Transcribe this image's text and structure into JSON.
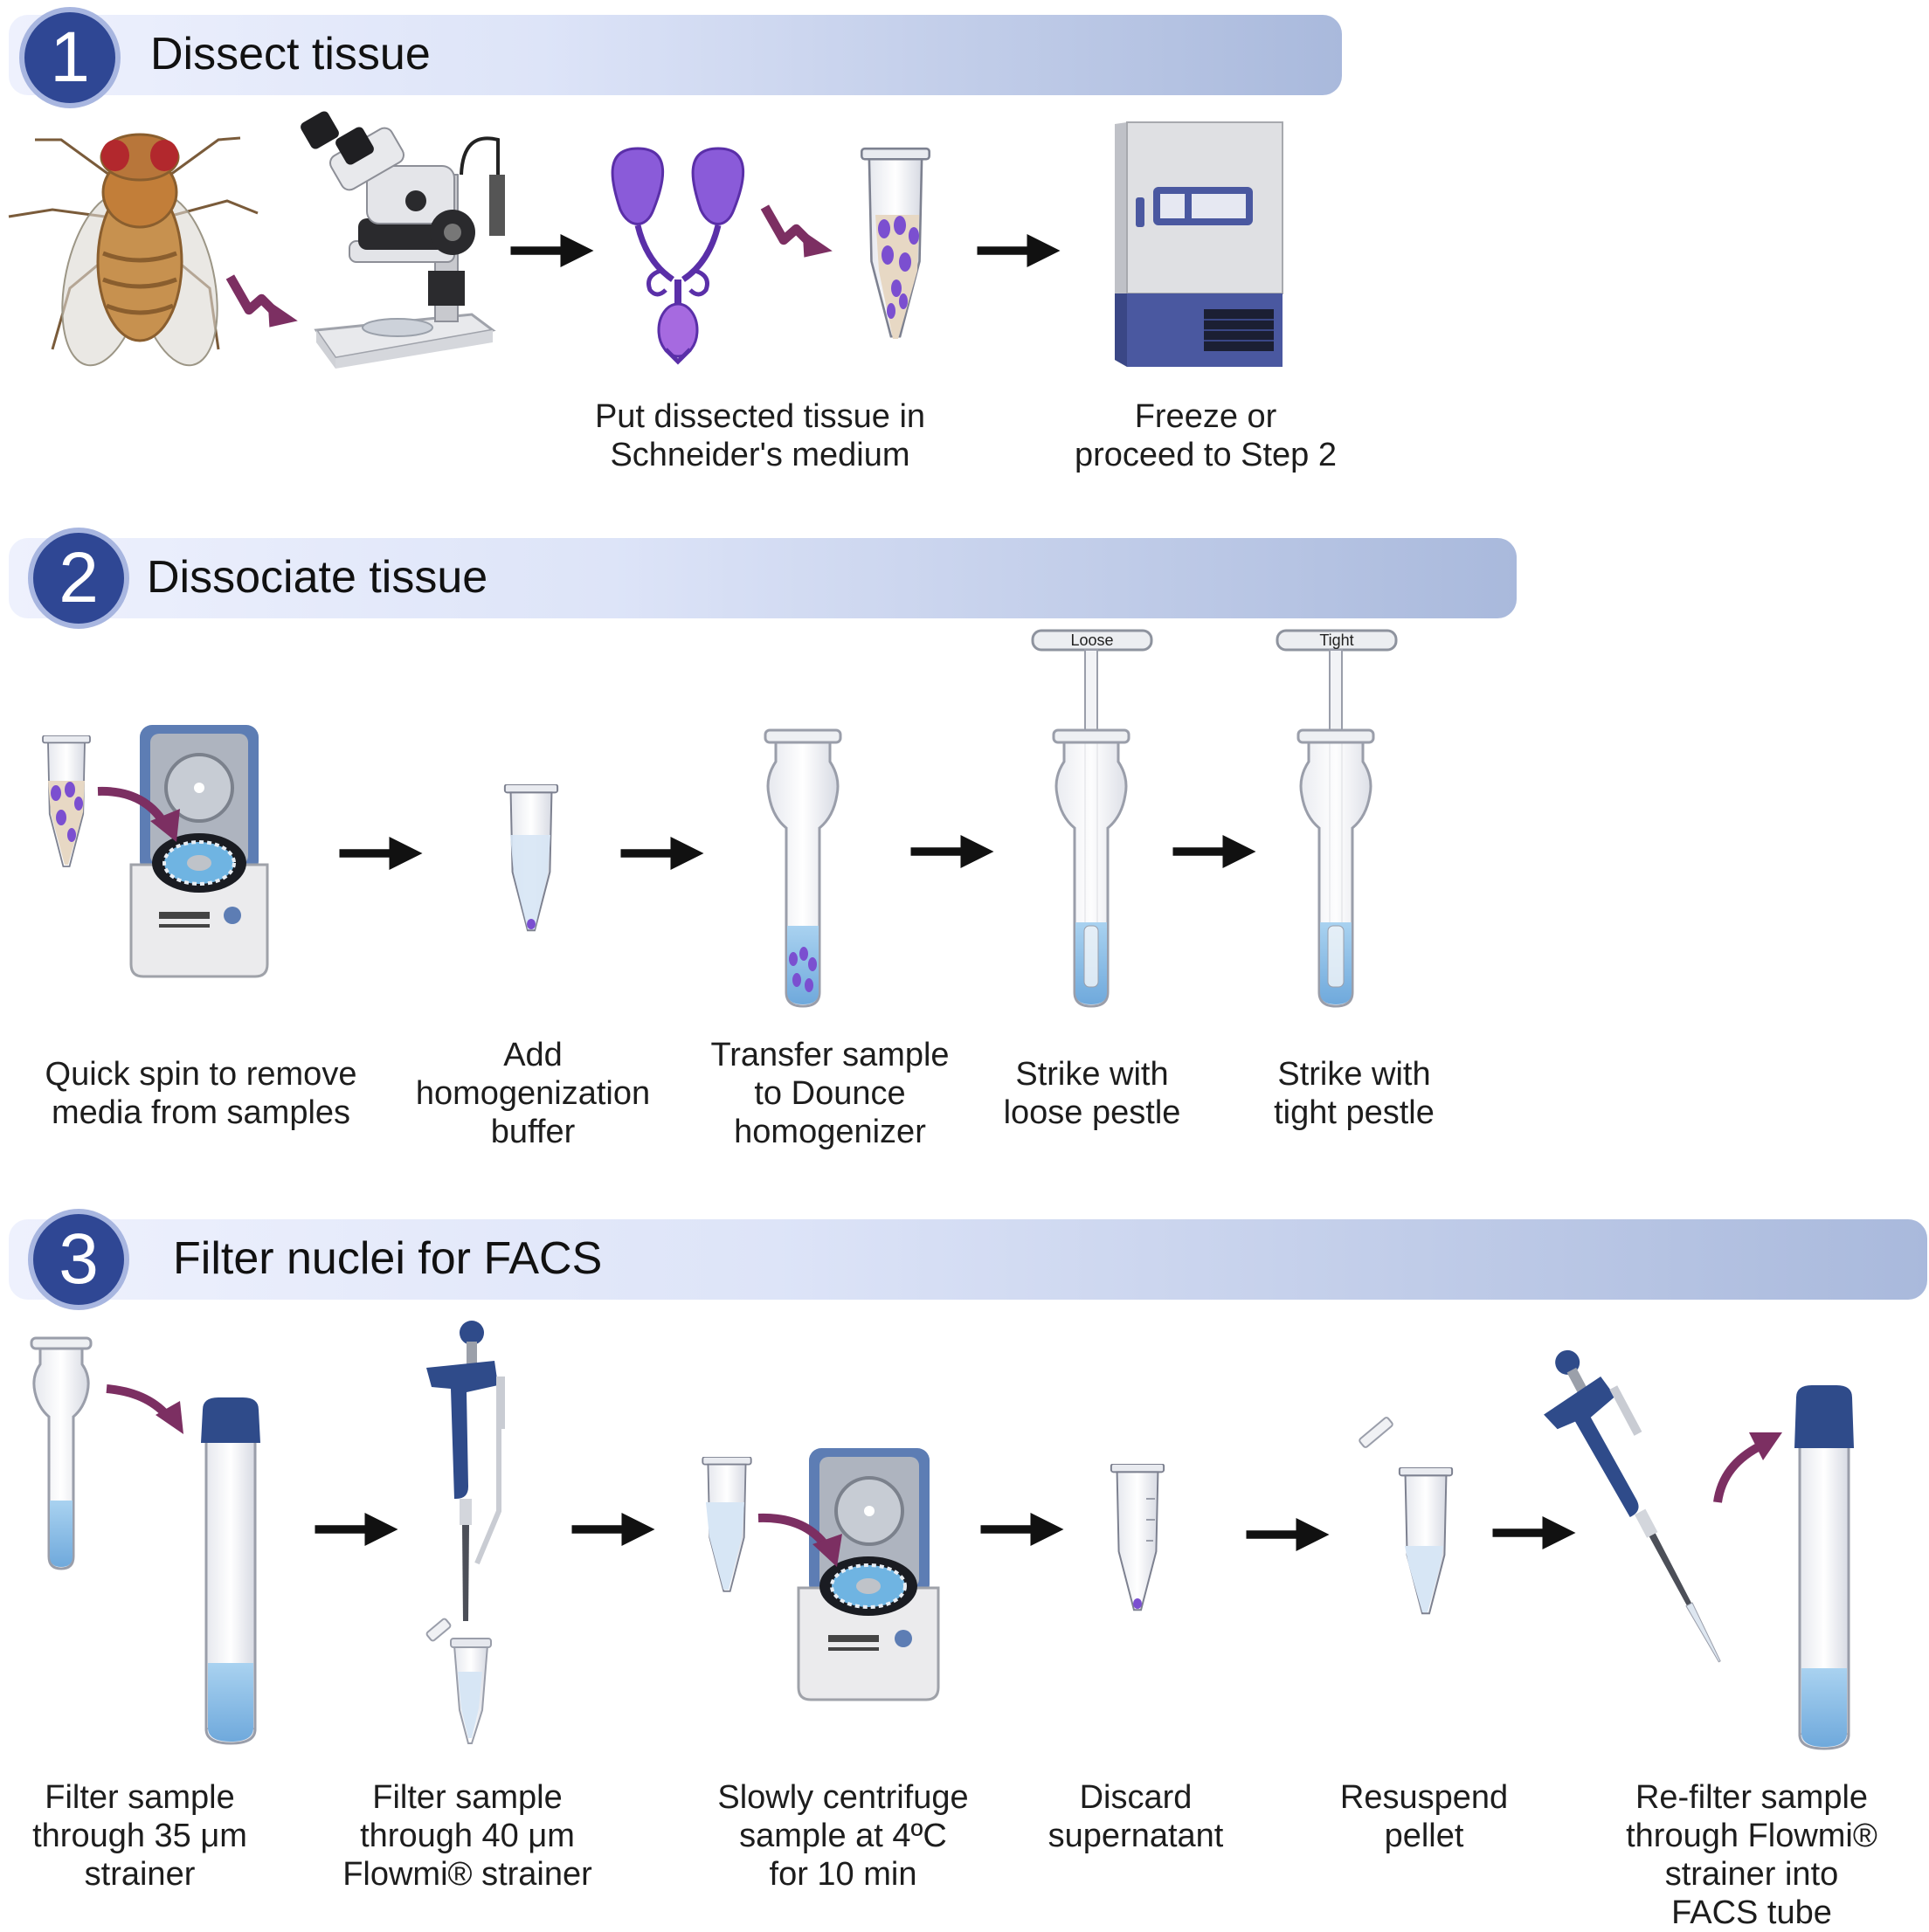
{
  "section1": {
    "number": "1",
    "title": "Dissect tissue"
  },
  "section2": {
    "number": "2",
    "title": "Dissociate tissue"
  },
  "section3": {
    "number": "3",
    "title": "Filter nuclei for FACS"
  },
  "captions1": [
    "Put dissected tissue in\nSchneider's medium",
    "Freeze or\nproceed to Step 2"
  ],
  "captions2": [
    "Quick spin to remove\nmedia from samples",
    "Add\nhomogenization\nbuffer",
    "Transfer sample\nto Dounce\nhomogenizer",
    "Strike with\nloose pestle",
    "Strike with\ntight pestle"
  ],
  "captions3": [
    "Filter sample\nthrough 35 μm\nstrainer",
    "Filter sample\nthrough 40 μm\nFlowmi® strainer",
    "Slowly centrifuge\nsample at 4ºC\nfor 10 min",
    "Discard\nsupernatant",
    "Resuspend\npellet",
    "Re-filter sample\nthrough Flowmi®\nstrainer  into\nFACS tube"
  ],
  "pestle_labels": {
    "loose": "Loose",
    "tight": "Tight"
  },
  "colors": {
    "badge": "#2f4794",
    "tissue": "#7b4fd0",
    "arrow_curved": "#7c2f62",
    "liquid": "#8fc0e6"
  }
}
